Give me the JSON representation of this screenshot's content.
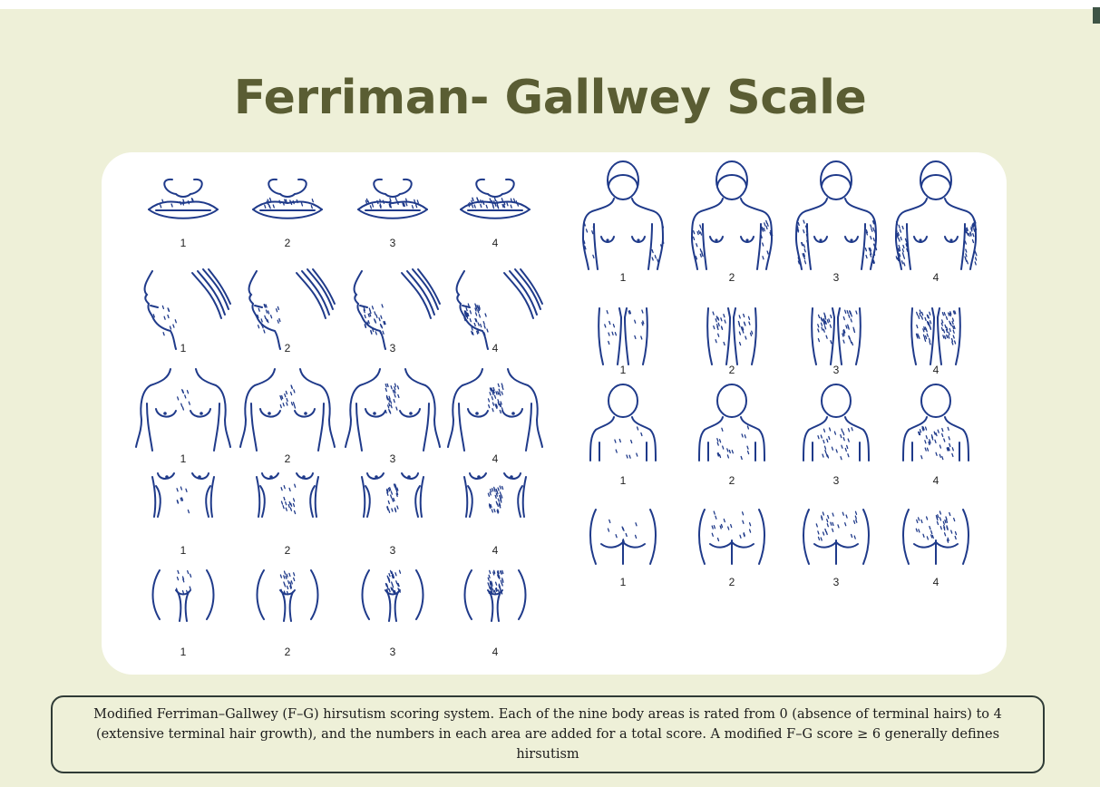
{
  "title": "Ferriman- Gallwey Scale",
  "caption": "Modified Ferriman–Gallwey (F–G) hirsutism scoring system. Each of the nine body areas is rated from 0 (absence of terminal hairs) to 4 (extensive terminal hair growth), and the numbers in each area are added for a total score. A modified F–G score  ≥ 6  generally defines hirsutism",
  "score_labels": [
    "1",
    "2",
    "3",
    "4"
  ],
  "colors": {
    "drawing": "#1f3a8a",
    "title": "#5a5d33",
    "background": "#eef0d8"
  },
  "left_column": [
    {
      "area": "upper-lip"
    },
    {
      "area": "chin"
    },
    {
      "area": "chest"
    },
    {
      "area": "upper-abdomen"
    },
    {
      "area": "lower-abdomen"
    }
  ],
  "right_column": [
    {
      "area": "upper-arms"
    },
    {
      "area": "thighs"
    },
    {
      "area": "upper-back"
    },
    {
      "area": "lower-back"
    }
  ]
}
